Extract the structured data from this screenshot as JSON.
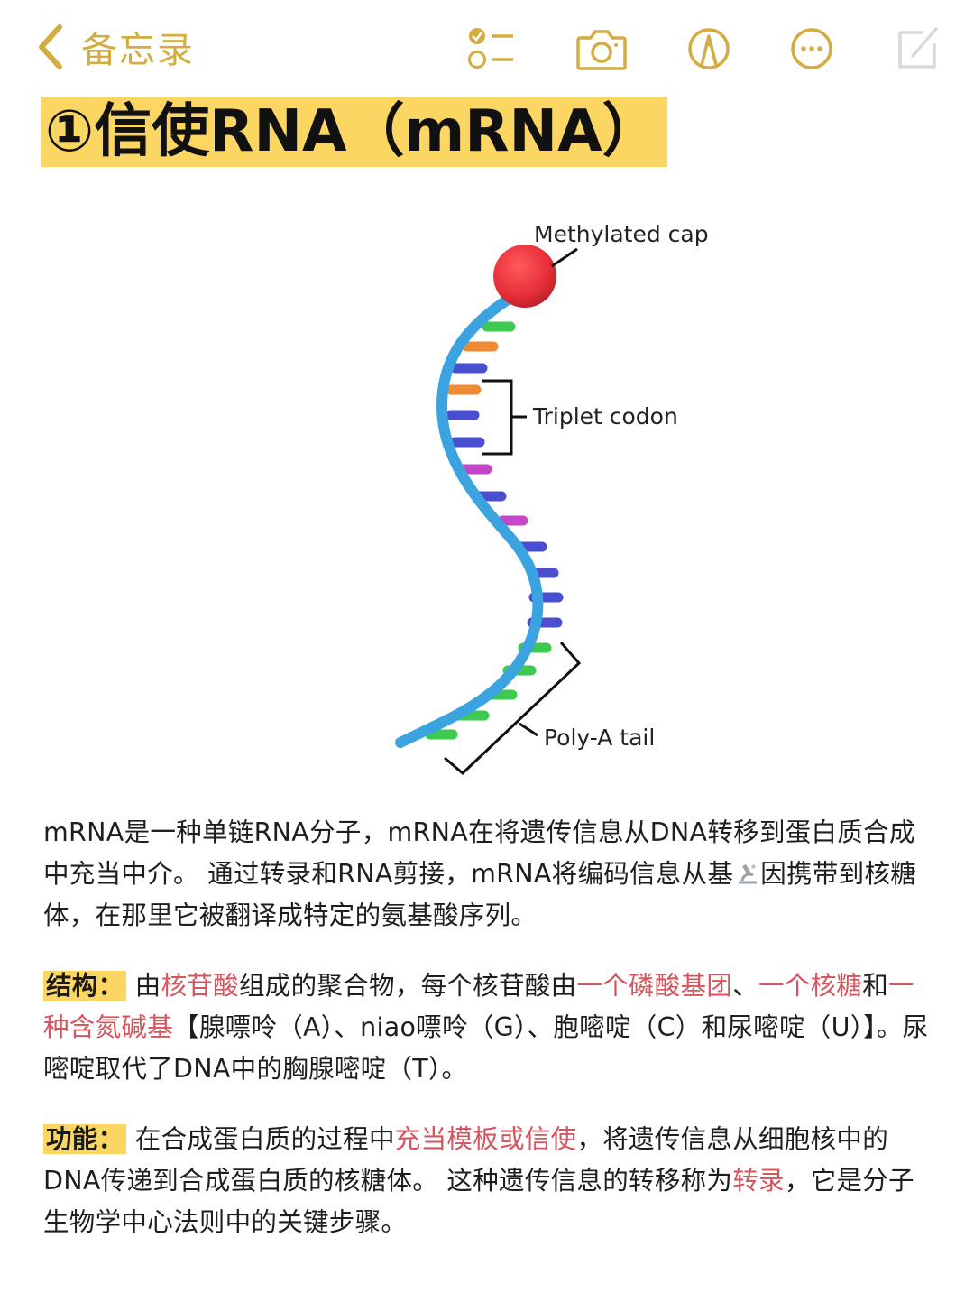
{
  "navbar": {
    "back_label": "备忘录",
    "accent_color": "#d4ad42",
    "tools": [
      {
        "name": "checklist-icon",
        "label": "Checklist"
      },
      {
        "name": "camera-icon",
        "label": "Camera"
      },
      {
        "name": "markup-icon",
        "label": "Markup"
      },
      {
        "name": "more-icon",
        "label": "More"
      },
      {
        "name": "compose-icon",
        "label": "New note"
      }
    ]
  },
  "note": {
    "title": "①信使RNA（mRNA）",
    "title_highlight_color": "#fbd663",
    "diagram": {
      "labels": {
        "cap": "Methylated cap",
        "codon": "Triplet codon",
        "tail": "Poly-A tail"
      },
      "colors": {
        "backbone": "#3ba3e0",
        "cap": "#e8303a",
        "green": "#3ec94f",
        "orange": "#ef8a35",
        "blue": "#4a4fd0",
        "magenta": "#c347c8"
      }
    },
    "intro": {
      "p1": "mRNA是一种单链RNA分子，mRNA在将遗传信息从DNA转移到蛋白质合成中充当中介。 通过转录和RNA剪接，mRNA将编码信息从基",
      "p2": "因携带到核糖体，在那里它被翻译成特定的氨基酸序列。"
    },
    "structure": {
      "tag": "结构：",
      "s1": "由",
      "h1": "核苷酸",
      "s2": "组成的聚合物，每个核苷酸由",
      "h2": "一个磷酸基团",
      "s3": "、",
      "h3": "一个核糖",
      "s4": "和",
      "h4": "一种含氮碱基",
      "s5": "【腺嘌呤（A）、niao嘌呤（G）、胞嘧啶（C）和尿嘧啶（U）】。尿嘧啶取代了DNA中的胸腺嘧啶（T）。"
    },
    "function": {
      "tag": "功能：",
      "s1": "在合成蛋白质的过程中",
      "h1": "充当模板或信使",
      "s2": "，将遗传信息从细胞核中的DNA传递到合成蛋白质的核糖体。 这种遗传信息的转移称为",
      "h2": "转录",
      "s3": "，它是分子生物学中心法则中的关键步骤。"
    },
    "highlight_text_color": "#d6545c"
  }
}
